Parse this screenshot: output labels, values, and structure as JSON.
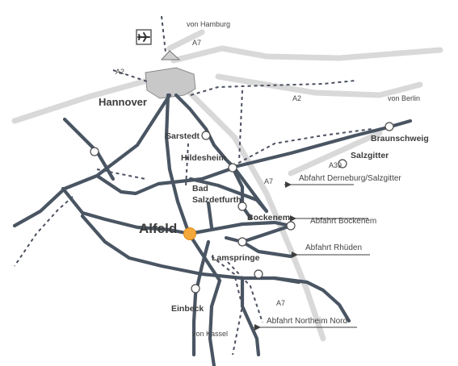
{
  "map": {
    "cities": {
      "hannover": "Hannover",
      "sarstedt": "Sarstedt",
      "hildesheim": "Hildesheim",
      "bad": "Bad",
      "salzdetfurth": "Salzdetfurth",
      "alfeld": "Alfeld",
      "bockenem": "Bockenem",
      "lamspringe": "Lamspringe",
      "einbeck": "Einbeck",
      "braunschweig": "Braunschweig",
      "salzgitter": "Salzgitter"
    },
    "directions": {
      "von_hamburg": "von Hamburg",
      "von_berlin": "von Berlin",
      "von_kassel": "von Kassel"
    },
    "roads": {
      "a7_north": "A7",
      "a2_west": "A2",
      "a2_east": "A2",
      "a39": "A39",
      "a7_mid": "A7",
      "a7_south": "A7"
    },
    "exits": {
      "derneburg": "Abfahrt Derneburg/Salzgitter",
      "bockenem": "Abfahrt Bockenem",
      "rhueden": "Abfahrt Rhüden",
      "northeim": "Abfahrt Northeim Nord"
    },
    "icons": {
      "airport": "airplane-icon"
    },
    "colors": {
      "highlight": "#f4a83a",
      "rail": "#4a5563"
    }
  }
}
